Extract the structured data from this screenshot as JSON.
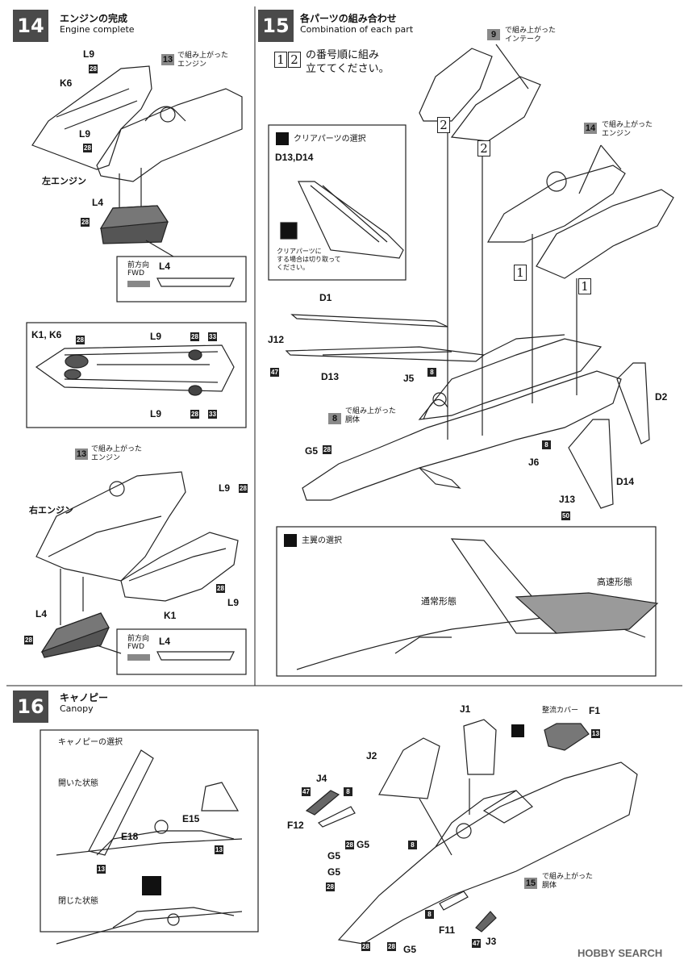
{
  "steps": {
    "s14": {
      "number": "14",
      "title_jp": "エンジンの完成",
      "title_en": "Engine complete"
    },
    "s15": {
      "number": "15",
      "title_jp": "各パーツの組み合わせ",
      "title_en": "Combination of each part"
    },
    "s16": {
      "number": "16",
      "title_jp": "キャノピー",
      "title_en": "Canopy"
    }
  },
  "step14": {
    "ref13_text": "で組み上がった\nエンジン",
    "ref13_badge": "13",
    "left_engine": "左エンジン",
    "right_engine": "右エンジン",
    "parts": {
      "L9": "L9",
      "K6": "K6",
      "L4": "L4",
      "K1": "K1",
      "K1K6": "K1, K6"
    },
    "fwd_jp": "前方向",
    "fwd_en": "FWD",
    "paint": {
      "p28": "28",
      "p33": "33"
    }
  },
  "step15": {
    "order_note": "の番号順に組み\n立ててください。",
    "order_nums": [
      "1",
      "2"
    ],
    "intake_badge": "9",
    "intake_text": "で組み上がった\nインテーク",
    "engine_badge": "14",
    "engine_text": "で組み上がった\nエンジン",
    "body_badge": "8",
    "body_text": "で組み上がった\n胴体",
    "clear_title": "クリアパーツの選択",
    "clear_parts": "D13,D14",
    "clear_note": "クリアパーツに\nする場合は切り取って\nください。",
    "wing_title": "主翼の選択",
    "wing_normal": "通常形態",
    "wing_fast": "高速形態",
    "parts": {
      "D1": "D1",
      "D2": "D2",
      "D13": "D13",
      "D14": "D14",
      "J12": "J12",
      "J5": "J5",
      "J6": "J6",
      "J13": "J13",
      "G5": "G5"
    },
    "paint": {
      "p8": "8",
      "p28": "28",
      "p47": "47",
      "p50": "50"
    }
  },
  "step16": {
    "canopy_select": "キャノピーの選択",
    "open": "開いた状態",
    "closed": "閉じた状態",
    "fairing": "整流カバー",
    "body_badge": "15",
    "body_text": "で組み上がった\n胴体",
    "parts": {
      "J1": "J1",
      "J2": "J2",
      "J3": "J3",
      "J4": "J4",
      "E15": "E15",
      "E18": "E18",
      "F1": "F1",
      "F11": "F11",
      "F12": "F12",
      "G5": "G5"
    },
    "paint": {
      "p8": "8",
      "p13": "13",
      "p28": "28",
      "p47": "47"
    }
  },
  "watermark": "HOBBY SEARCH",
  "colors": {
    "badge_dark": "#222222",
    "badge_gray": "#8a8a8a",
    "wing_fast": "#9a9a9a"
  }
}
